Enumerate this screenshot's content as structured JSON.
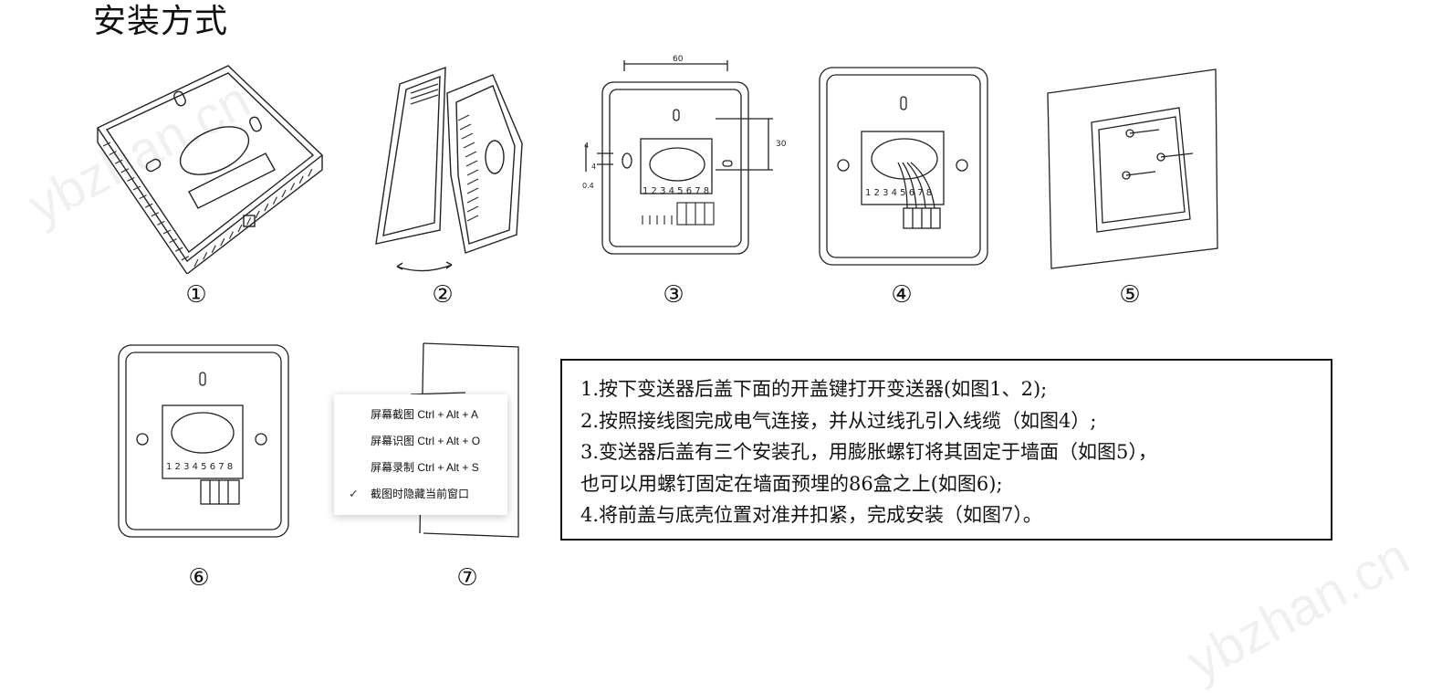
{
  "page": {
    "title": "安装方式",
    "watermark": "ybzhan.cn"
  },
  "figures": {
    "labels": [
      "①",
      "②",
      "③",
      "④",
      "⑤",
      "⑥",
      "⑦"
    ],
    "dimensions": {
      "width": "60",
      "height": "30",
      "small_a": "4",
      "small_b": "4",
      "small_c": "0.4"
    },
    "terminal_numbers": "1 2 3 4 5 6 7 8"
  },
  "context_menu": {
    "items": [
      {
        "label": "屏幕截图 Ctrl + Alt + A",
        "checked": false
      },
      {
        "label": "屏幕识图 Ctrl + Alt + O",
        "checked": false
      },
      {
        "label": "屏幕录制 Ctrl + Alt + S",
        "checked": false
      },
      {
        "label": "截图时隐藏当前窗口",
        "checked": true
      }
    ],
    "check_glyph": "✓"
  },
  "instructions": {
    "lines": [
      "1.按下变送器后盖下面的开盖键打开变送器(如图1、2);",
      "2.按照接线图完成电气连接，并从过线孔引入线缆（如图4）;",
      "3.变送器后盖有三个安装孔，用膨胀螺钉将其固定于墙面（如图5），",
      "也可以用螺钉固定在墙面预埋的86盒之上(如图6);",
      "4.将前盖与底壳位置对准并扣紧，完成安装（如图7）。"
    ]
  }
}
